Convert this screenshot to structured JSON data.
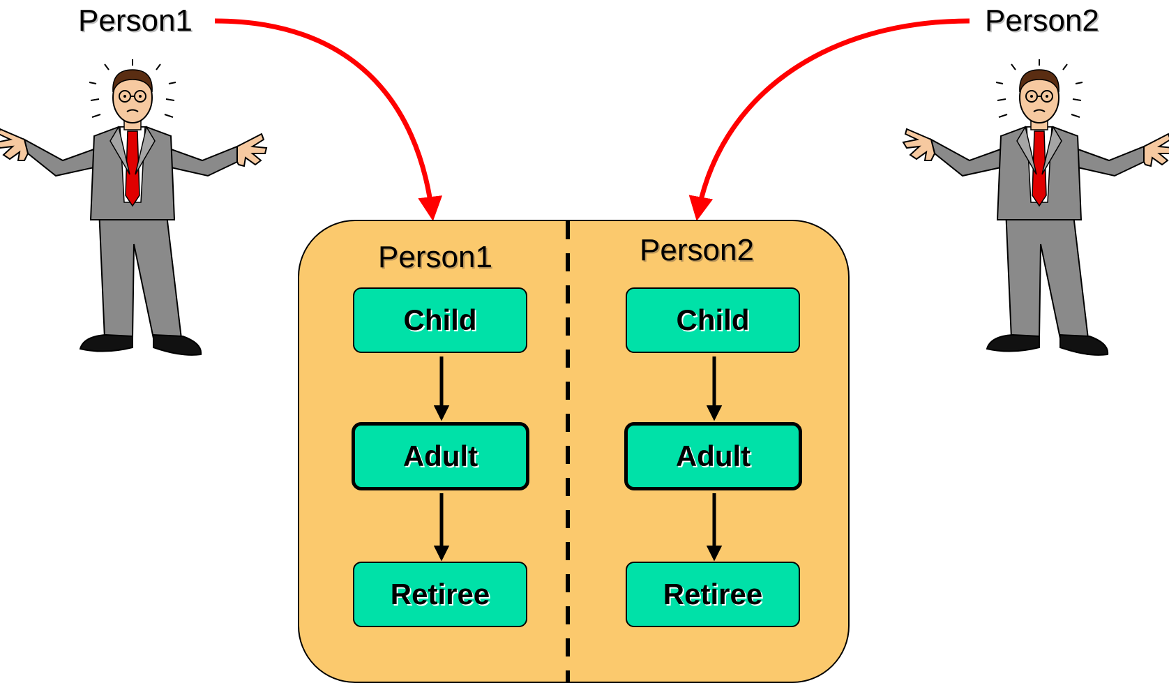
{
  "people": [
    {
      "label": "Person1"
    },
    {
      "label": "Person2"
    }
  ],
  "panel": {
    "columns": [
      {
        "title": "Person1",
        "states": [
          "Child",
          "Adult",
          "Retiree"
        ],
        "current": "Adult"
      },
      {
        "title": "Person2",
        "states": [
          "Child",
          "Adult",
          "Retiree"
        ],
        "current": "Adult"
      }
    ]
  },
  "colors": {
    "panel_fill": "#fbc96d",
    "state_fill": "#00e1a8",
    "pointer_arrow": "#ff0000",
    "transition_arrow": "#000000"
  },
  "icons": {
    "figure": "confused-businessman-icon"
  }
}
